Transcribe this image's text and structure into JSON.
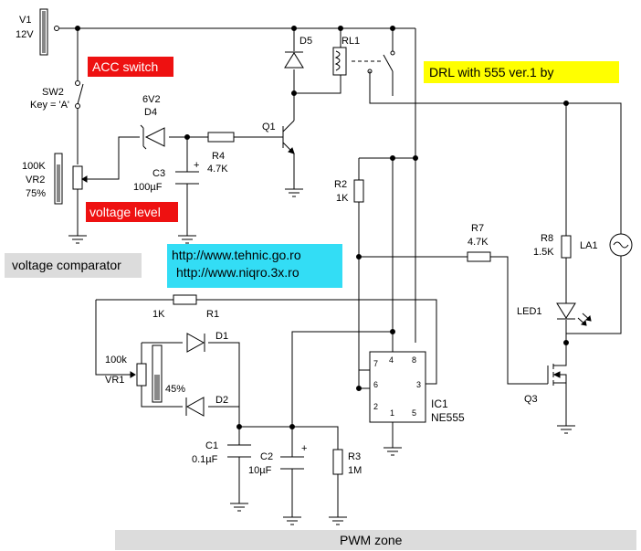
{
  "title": "DRL with 555 ver.1 by",
  "urls": [
    "http://www.tehnic.go.ro",
    "http://www.niqro.3x.ro"
  ],
  "notes": {
    "acc_switch": "ACC switch",
    "voltage_level": "voltage level",
    "voltage_comparator": "voltage comparator",
    "pwm_zone": "PWM zone"
  },
  "colors": {
    "red_box": "#ee1111",
    "yellow_box": "#ffff00",
    "cyan_box": "#33ddf5",
    "gray_box": "#dcdcdc"
  },
  "components": {
    "v1": {
      "name": "V1",
      "value": "12V"
    },
    "sw2": {
      "name": "SW2",
      "value": "Key = 'A'"
    },
    "vr2": {
      "value": "100K",
      "name": "VR2",
      "setting": "75%"
    },
    "d4": {
      "value": "6V2",
      "name": "D4"
    },
    "r4": {
      "name": "R4",
      "value": "4.7K"
    },
    "c3": {
      "name": "C3",
      "value": "100µF",
      "plus": "+"
    },
    "q1": {
      "name": "Q1"
    },
    "d5": {
      "name": "D5"
    },
    "rl1": {
      "name": "RL1"
    },
    "r2": {
      "name": "R2",
      "value": "1K"
    },
    "r7": {
      "name": "R7",
      "value": "4.7K"
    },
    "r8": {
      "name": "R8",
      "value": "1.5K"
    },
    "la1": {
      "name": "LA1"
    },
    "led1": {
      "name": "LED1"
    },
    "q3": {
      "name": "Q3"
    },
    "r1": {
      "value": "1K",
      "name": "R1"
    },
    "vr1": {
      "value": "100k",
      "name": "VR1",
      "setting": "45%"
    },
    "d1": {
      "name": "D1"
    },
    "d2": {
      "name": "D2"
    },
    "c1": {
      "name": "C1",
      "value": "0.1µF"
    },
    "c2": {
      "name": "C2",
      "value": "10µF",
      "plus": "+"
    },
    "r3": {
      "name": "R3",
      "value": "1M"
    },
    "ic1": {
      "name": "IC1",
      "part": "NE555",
      "pins": [
        "7",
        "4",
        "8",
        "6",
        "3",
        "2",
        "1",
        "5"
      ]
    }
  }
}
